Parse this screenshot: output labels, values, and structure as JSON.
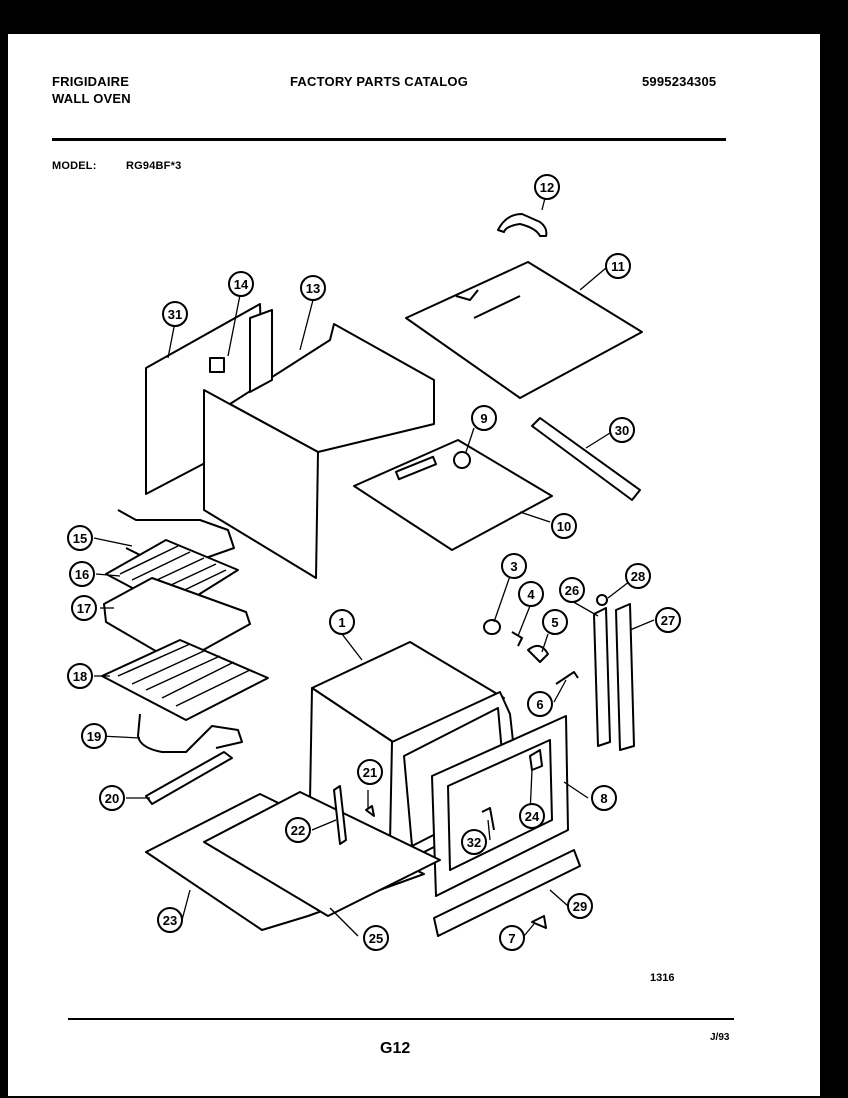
{
  "header": {
    "brand": "FRIGIDAIRE",
    "product": "WALL OVEN",
    "catalog_title": "FACTORY PARTS CATALOG",
    "catalog_number": "5995234305",
    "model_label": "MODEL:",
    "model_value": "RG94BF*3"
  },
  "callouts": [
    "1",
    "3",
    "4",
    "5",
    "6",
    "7",
    "8",
    "9",
    "10",
    "11",
    "12",
    "13",
    "14",
    "15",
    "16",
    "17",
    "18",
    "19",
    "20",
    "21",
    "22",
    "23",
    "24",
    "25",
    "26",
    "27",
    "28",
    "29",
    "30",
    "31",
    "32"
  ],
  "footer": {
    "diagram_number": "1316",
    "page_label": "G12",
    "date": "J/93"
  }
}
